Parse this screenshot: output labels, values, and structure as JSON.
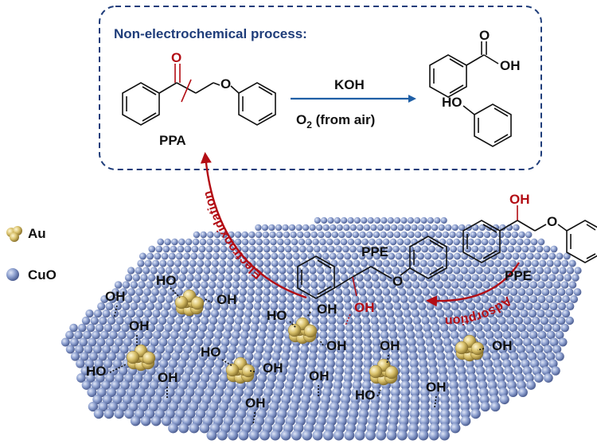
{
  "process_box": {
    "title": "Non-electrochemical process:",
    "reactant_label": "PPA",
    "reagent_top": "KOH",
    "reagent_bottom_prefix": "O",
    "reagent_bottom_sub": "2",
    "reagent_bottom_suffix": " (from air)",
    "product_acid_group": "OH",
    "product_phenol_group": "HO",
    "ketone_atom": "O",
    "ether_atom": "O"
  },
  "arrows": {
    "electrooxidation": "Electrooxidation",
    "adsorption": "Adsorption"
  },
  "legend": [
    {
      "label": "Au",
      "color": "#d8c06a"
    },
    {
      "label": "CuO",
      "color": "#8093c4"
    }
  ],
  "ppe_free": {
    "label": "PPE",
    "oh": "OH",
    "ether_atom": "O"
  },
  "ppe_adsorbed": {
    "label": "PPE",
    "oh": "OH",
    "ether_atom": "O"
  },
  "surface_labels": {
    "oh": "OH",
    "ho": "HO"
  },
  "colors": {
    "box_border": "#1f3d7a",
    "arrow_red": "#b30d14",
    "arrow_blue": "#1f5fa6",
    "cuo_sphere": "#8093c4",
    "au_sphere": "#d8c06a"
  }
}
